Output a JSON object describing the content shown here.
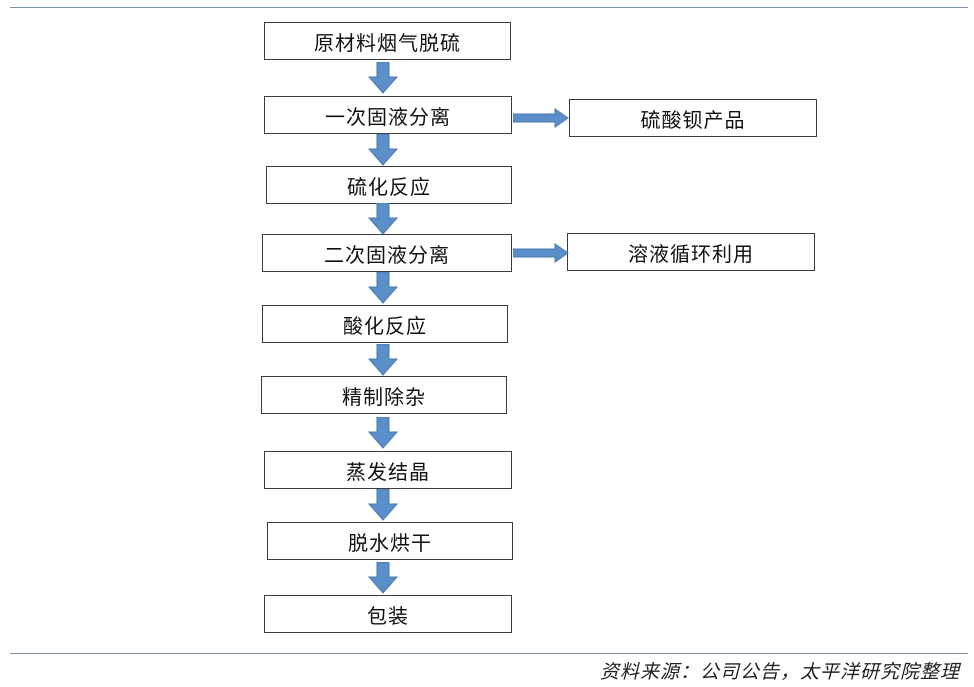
{
  "steps": [
    "原材料烟气脱硫",
    "一次固液分离",
    "硫化反应",
    "二次固液分离",
    "酸化反应",
    "精制除杂",
    "蒸发结晶",
    "脱水烘干",
    "包装"
  ],
  "side_outputs": {
    "first_separation": "硫酸钡产品",
    "second_separation": "溶液循环利用"
  },
  "source_note": "资料来源：公司公告，太平洋研究院整理",
  "colors": {
    "arrow": "#5b8fc9",
    "arrow_edge": "#4a79b0",
    "box_border": "#3c3c3c"
  }
}
